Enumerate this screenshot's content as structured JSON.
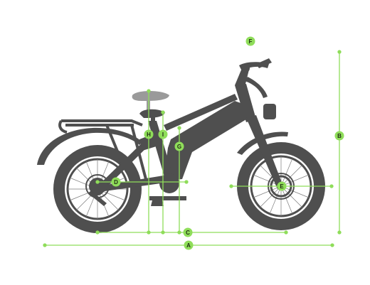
{
  "colors": {
    "bike": "#4f4f4f",
    "bike_light": "#9a9a9a",
    "measure": "#8fdd5a",
    "badge_fill": "#8fdd5a",
    "badge_text": "#1f2b12"
  },
  "dimension_labels": {
    "A": "A",
    "B": "B",
    "C": "C",
    "D": "D",
    "E": "E",
    "F": "F",
    "G": "G",
    "H": "H",
    "I": "I"
  }
}
